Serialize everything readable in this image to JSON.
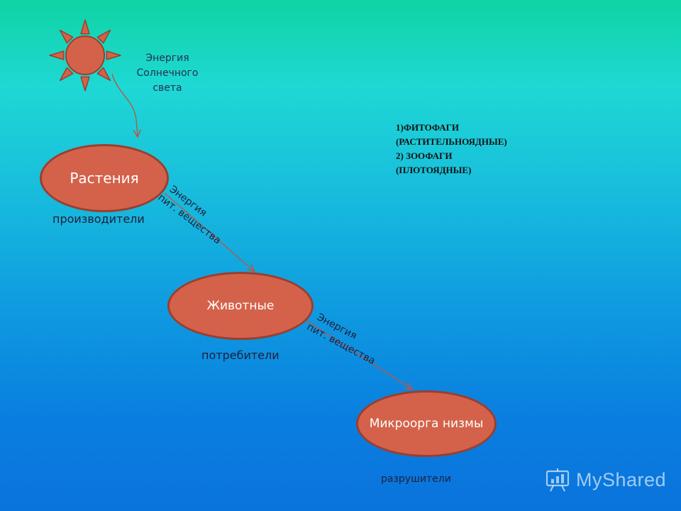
{
  "sun": {
    "label_lines": [
      "Энергия",
      "Солнечного",
      "света"
    ]
  },
  "nodes": {
    "plants": "Растения",
    "animals": "Животные",
    "microorganisms": "Микроорга низмы"
  },
  "captions": {
    "producers": "производители",
    "consumers": "потребители",
    "decomposers": "разрушители"
  },
  "arrows": {
    "plants_to_animals": [
      "Энергия",
      "пит. вещества"
    ],
    "animals_to_micro": [
      "Энергия",
      "пит. вещества"
    ]
  },
  "types_list": [
    "1)ФИТОФАГИ",
    "(РАСТИТЕЛЬНОЯДНЫЕ)",
    "2) ЗООФАГИ",
    "(ПЛОТОЯДНЫЕ)"
  ],
  "watermark": {
    "text": "MyShared"
  },
  "colors": {
    "node_fill": "#d4624a",
    "node_border": "#9a3f2f",
    "sun_fill": "#d4624a",
    "arrow": "#b35a48"
  }
}
